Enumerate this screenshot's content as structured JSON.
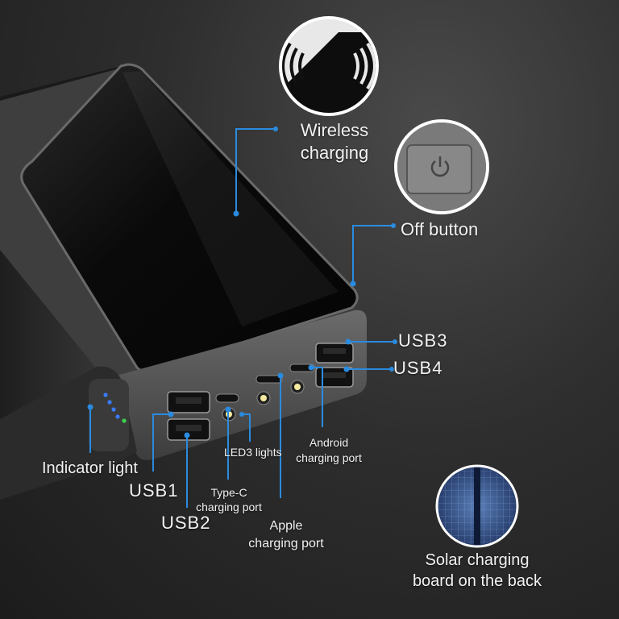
{
  "labels": {
    "wireless_line1": "Wireless",
    "wireless_line2": "charging",
    "off_button": "Off button",
    "usb3": "USB3",
    "usb4": "USB4",
    "indicator_light": "Indicator light",
    "usb1": "USB1",
    "usb2": "USB2",
    "led_lights": "LED3 lights",
    "android_line1": "Android",
    "android_line2": "charging port",
    "type_c_line1": "Type-C",
    "type_c_line2": "charging port",
    "apple_line1": "Apple",
    "apple_line2": "charging port",
    "solar_line1": "Solar charging",
    "solar_line2": "board on the back"
  },
  "colors": {
    "callout_line": "#2a8be0",
    "indicator_led": "#3a7bff",
    "indicator_led_green": "#39d44a"
  },
  "icons": {
    "wireless": "wireless-charging-icon",
    "power": "power-button-icon",
    "solar": "solar-panel-icon"
  }
}
